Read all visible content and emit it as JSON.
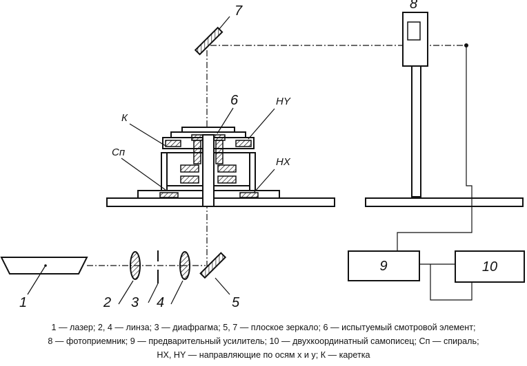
{
  "labels": {
    "n1": "1",
    "n2": "2",
    "n3": "3",
    "n4": "4",
    "n5": "5",
    "n6": "6",
    "n7": "7",
    "n8": "8",
    "n9": "9",
    "n10": "10",
    "k": "К",
    "sp": "Сп",
    "hy": "HY",
    "hx": "HX"
  },
  "caption": {
    "line1": "1 — лазер; 2, 4 — линза; 3 — диафрагма; 5, 7 — плоское зеркало; 6 — испытуемый смотровой элемент;",
    "line2": "8 — фотоприемник; 9 — предварительный усилитель; 10 — двухкоординатный самописец; Сп — спираль;",
    "line3": "HX, HY — направляющие по осям x и y; К — каретка"
  }
}
